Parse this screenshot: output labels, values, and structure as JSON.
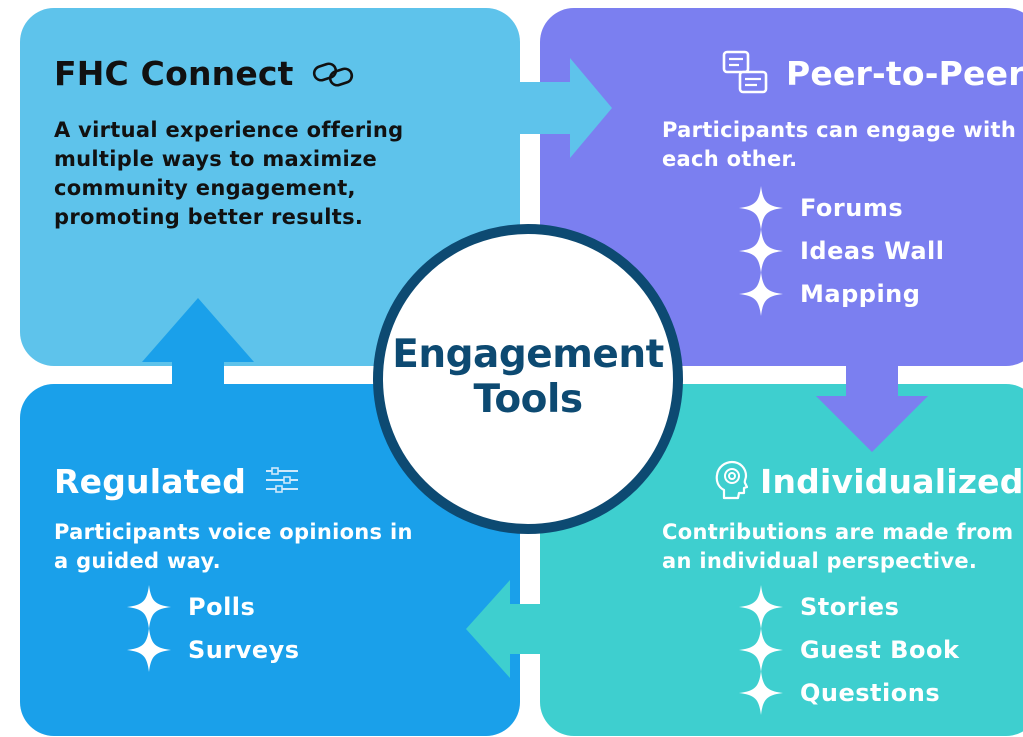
{
  "colors": {
    "top_left": "#5ec3eb",
    "top_right": "#7b7ff0",
    "bottom_left": "#1aa0ea",
    "bottom_right": "#3ecfcf",
    "center_ring": "#0d4a72",
    "dark_text": "#111111",
    "light_text": "#ffffff"
  },
  "center": {
    "line1": "Engagement",
    "line2": "Tools"
  },
  "fhc": {
    "title": "FHC Connect",
    "icon": "link-icon",
    "description": "A virtual experience offering multiple ways to maximize community engagement, promoting better results."
  },
  "peer": {
    "title": "Peer-to-Peer",
    "icon": "chat-bubbles-icon",
    "description": "Participants can engage with each other.",
    "items": [
      "Forums",
      "Ideas Wall",
      "Mapping"
    ]
  },
  "regulated": {
    "title": "Regulated",
    "icon": "sliders-icon",
    "description": "Participants voice opinions in a guided way.",
    "items": [
      "Polls",
      "Surveys"
    ]
  },
  "individualized": {
    "title": "Individualized",
    "icon": "head-target-icon",
    "description": "Contributions are made from an individual perspective.",
    "items": [
      "Stories",
      "Guest Book",
      "Questions"
    ]
  }
}
